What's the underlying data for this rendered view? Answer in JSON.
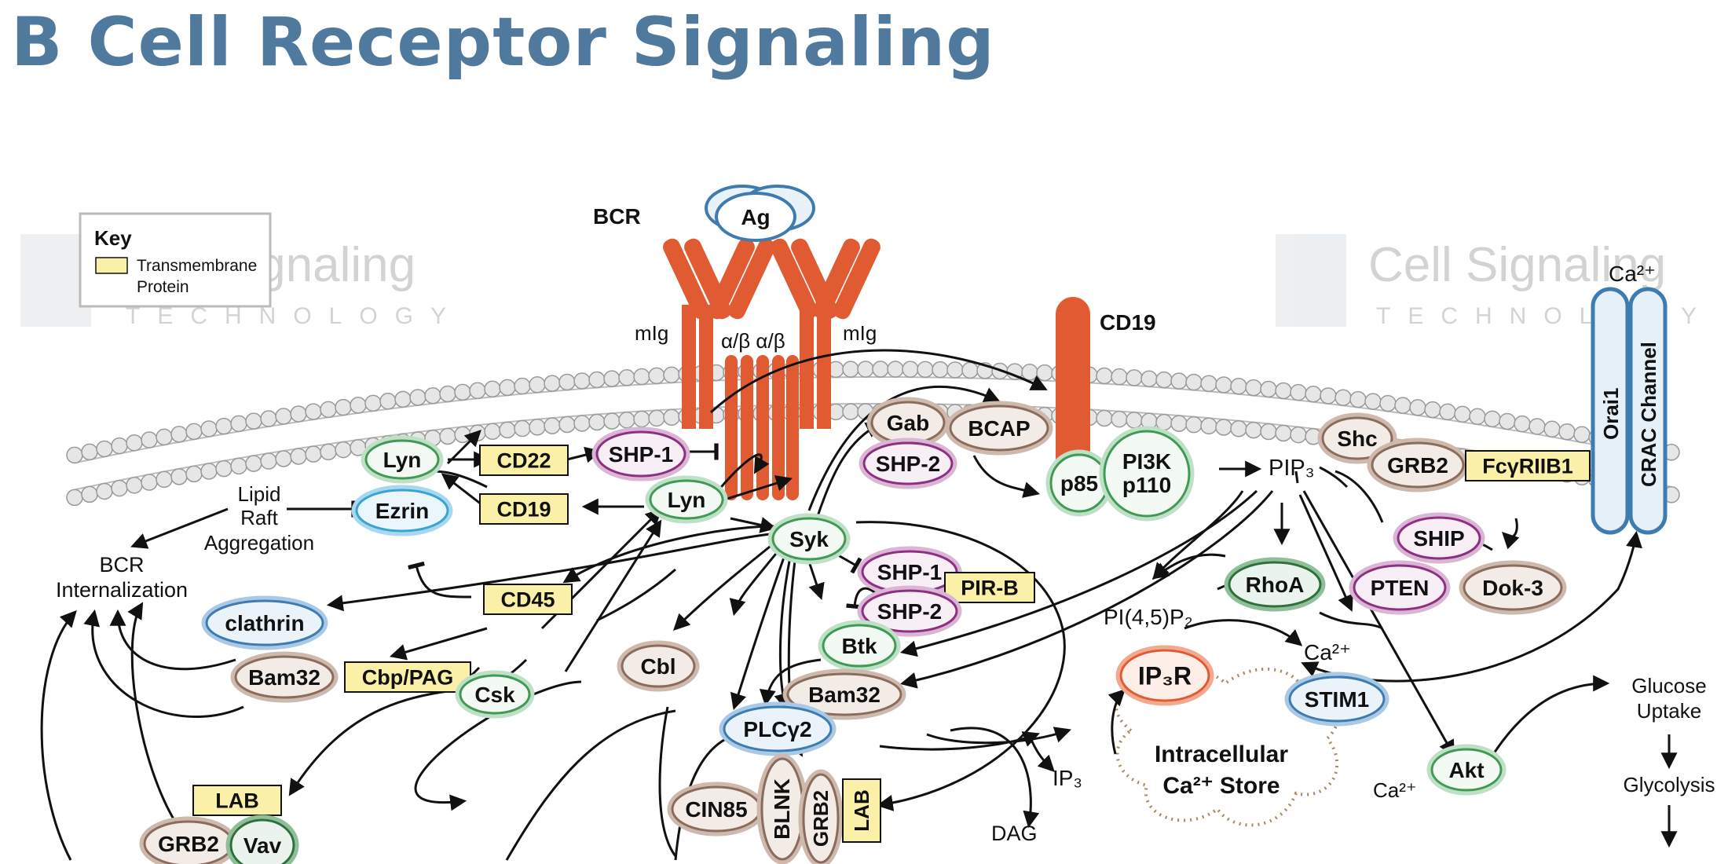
{
  "title": "B Cell Receptor Signaling",
  "key": {
    "heading": "Key",
    "item_line1": "Transmembrane",
    "item_line2": "Protein",
    "color": "#fbf0a8"
  },
  "watermark": {
    "name": "Cell Signaling",
    "sub": "TECHNOLOGY"
  },
  "labels": {
    "bcr": "BCR",
    "ag": "Ag",
    "mig_left": "mIg",
    "mig_right": "mIg",
    "alpha_beta": "α/β α/β",
    "cd19_receptor": "CD19",
    "ca_top": "Ca²⁺",
    "orai1": "Orai1",
    "crac": "CRAC Channel",
    "lipid_raft": [
      "Lipid",
      "Raft",
      "Aggregation"
    ],
    "bcr_internalization": [
      "BCR",
      "Internalization"
    ],
    "pip3": "PIP₃",
    "pi45p2": "PI(4,5)P₂",
    "ca_mid": "Ca²⁺",
    "ca_low": "Ca²⁺",
    "ip3": "IP₃",
    "dag": "DAG",
    "glucose": [
      "Glucose",
      "Uptake"
    ],
    "glycolysis": "Glycolysis",
    "store": [
      "Intracellular",
      "Ca²⁺ Store"
    ]
  },
  "nodes": {
    "lyn_top": "Lyn",
    "cd22": "CD22",
    "shp1_top": "SHP-1",
    "lyn_mid": "Lyn",
    "cd19_box": "CD19",
    "ezrin": "Ezrin",
    "syk": "Syk",
    "gab": "Gab",
    "bcap": "BCAP",
    "shp2_top": "SHP-2",
    "p85": "p85",
    "pi3k": [
      "PI3K",
      "p110"
    ],
    "shc": "Shc",
    "grb2_right": "GRB2",
    "fcgr": "FcγRIIB1",
    "ship": "SHIP",
    "pten": "PTEN",
    "dok3": "Dok-3",
    "rhoa": "RhoA",
    "shp1_mid": "SHP-1",
    "pirb": "PIR-B",
    "shp2_mid": "SHP-2",
    "btk": "Btk",
    "cd45": "CD45",
    "cbp": "Cbp/PAG",
    "csk": "Csk",
    "clathrin": "clathrin",
    "bam32_left": "Bam32",
    "cbl": "Cbl",
    "bam32_mid": "Bam32",
    "plcg2": "PLCγ2",
    "ip3r": "IP₃R",
    "stim1": "STIM1",
    "akt": "Akt",
    "lab_left": "LAB",
    "grb2_left": "GRB2",
    "vav": "Vav",
    "cin85": "CIN85",
    "blnk": "BLNK",
    "grb2_vert": "GRB2",
    "lab_right": "LAB"
  }
}
